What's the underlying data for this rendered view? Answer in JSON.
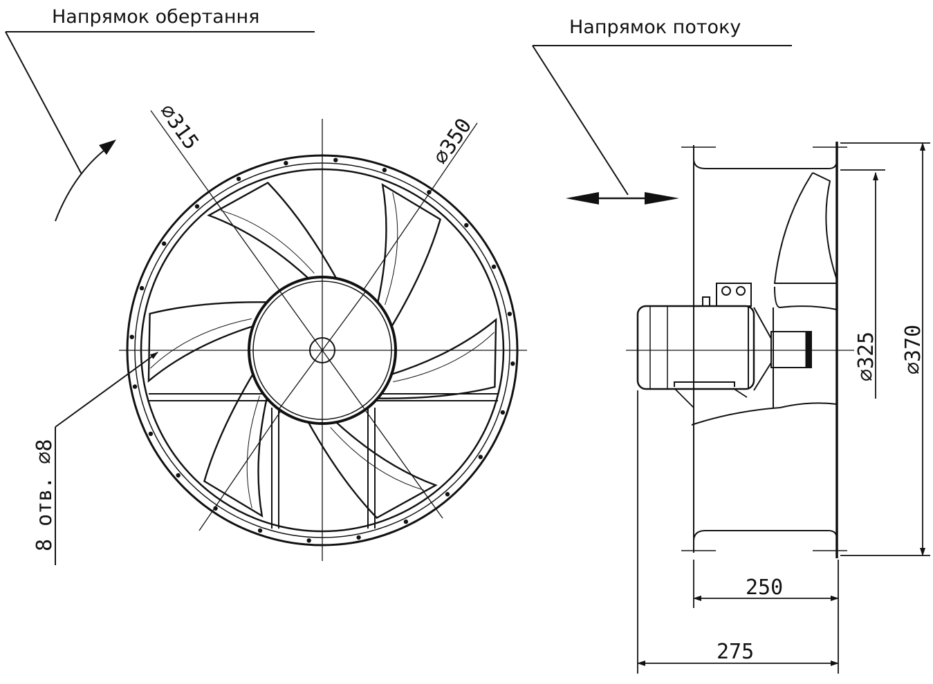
{
  "labels": {
    "rotation_direction": "Напрямок обертання",
    "flow_direction": "Напрямок потоку",
    "holes_note": "8 отв. ⌀8"
  },
  "dimensions": {
    "d315": "⌀315",
    "d350": "⌀350",
    "d325": "⌀325",
    "d370": "⌀370",
    "len250": "250",
    "len275": "275"
  },
  "colors": {
    "line": "#111111",
    "background": "#ffffff"
  }
}
